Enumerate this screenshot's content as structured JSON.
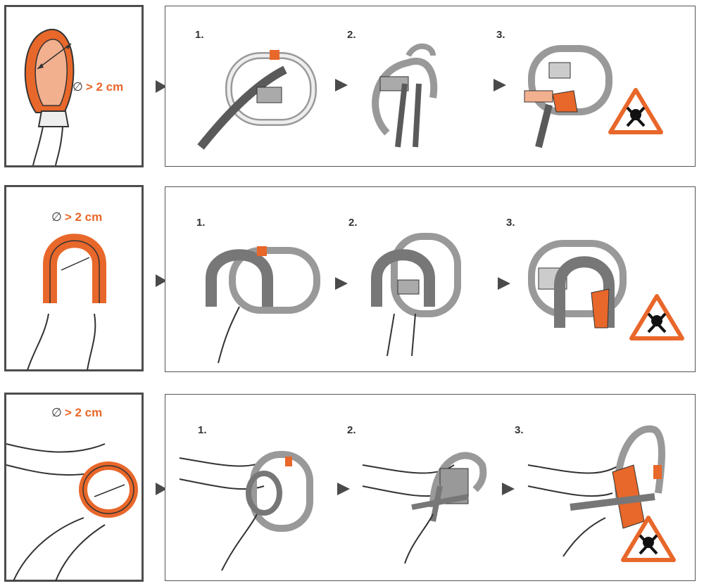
{
  "colors": {
    "accent": "#e8672a",
    "dark": "#4a4a4a",
    "metal": "#c9c9c9"
  },
  "rows": [
    {
      "diameter_symbol": "∅",
      "diameter_label": "> 2 cm",
      "steps": [
        "1.",
        "2.",
        "3."
      ],
      "warning_icon": "skull-crossbones-warning-icon"
    },
    {
      "diameter_symbol": "∅",
      "diameter_label": "> 2 cm",
      "steps": [
        "1.",
        "2.",
        "3."
      ],
      "warning_icon": "skull-crossbones-warning-icon"
    },
    {
      "diameter_symbol": "∅",
      "diameter_label": "> 2 cm",
      "steps": [
        "1.",
        "2.",
        "3."
      ],
      "warning_icon": "skull-crossbones-warning-icon"
    }
  ]
}
